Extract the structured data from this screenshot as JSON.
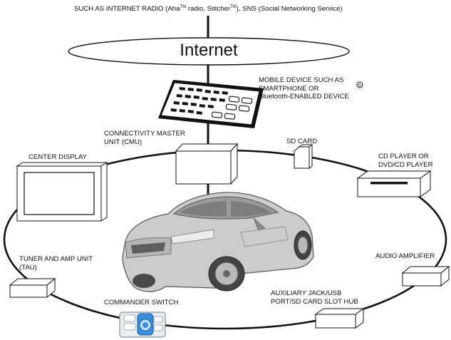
{
  "header": {
    "services_prefix": "SUCH AS INTERNET RADIO (Aha",
    "tm1": "TM",
    "services_mid": " radio, Stitcher",
    "tm2": "TM",
    "services_suffix": "), SNS (Social Networking Service)"
  },
  "network": {
    "label": "Internet"
  },
  "mobile_device": {
    "line1": "MOBILE DEVICE SUCH AS",
    "line2": "SMARTPHONE OR",
    "line3": "Bluetooth-ENABLED DEVICE",
    "marker": "B"
  },
  "cmu": {
    "line1": "CONNECTIVITY MASTER",
    "line2": "UNIT (CMU)"
  },
  "sd_card": {
    "label": "SD CARD"
  },
  "center_display": {
    "label": "CENTER DISPLAY"
  },
  "cd_player": {
    "line1": "CD PLAYER OR",
    "line2": "DVD/CD PLAYER"
  },
  "tau": {
    "line1": "TUNER AND AMP UNIT",
    "line2": "(TAU)"
  },
  "audio_amplifier": {
    "label": "AUDIO AMPLIFIER"
  },
  "commander_switch": {
    "label": "COMMANDER SWITCH"
  },
  "aux_hub": {
    "line1": "AUXILIARY JACK/USB",
    "line2": "PORT/SD CARD SLOT HUB"
  },
  "colors": {
    "line": "#111111",
    "box_fill": "#ffffff",
    "car_body": "#c9c9c9",
    "switch_accent": "#3a8fd8"
  }
}
